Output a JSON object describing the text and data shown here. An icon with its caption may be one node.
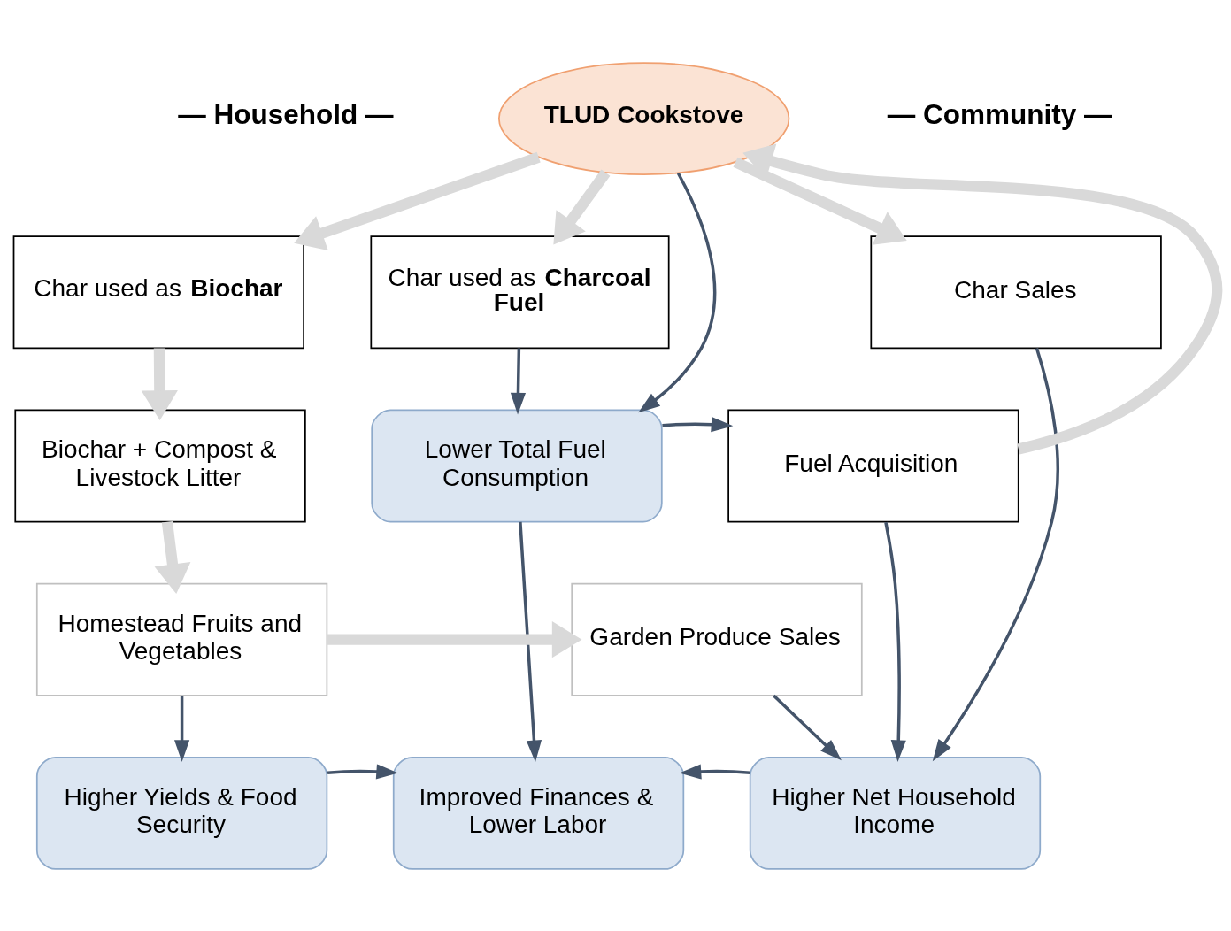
{
  "diagram": {
    "nodes": [
      {
        "text": [
          "TLUD Cookstove"
        ]
      },
      {
        "text": [
          "Char used as **Biochar**"
        ]
      },
      {
        "text": [
          "Char used as **Charcoal Fuel**"
        ]
      },
      {
        "text": [
          "Char Sales"
        ]
      },
      {
        "text": [
          "Biochar + Compost & Livestock Litter"
        ]
      },
      {
        "text": [
          "Lower Total Fuel Consumption"
        ]
      },
      {
        "text": [
          "Fuel Acquisition"
        ]
      },
      {
        "text": [
          "Homestead Fruits and Vegetables"
        ]
      },
      {
        "text": [
          "Garden Produce Sales"
        ]
      },
      {
        "text": [
          "Higher Yields & Food Security"
        ]
      },
      {
        "text": [
          "Improved Finances & Lower Labor"
        ]
      },
      {
        "text": [
          "Higher Net Household Income"
        ]
      }
    ],
    "edges": [
      {
        "from": 0,
        "to": 1,
        "arrow": "to",
        "style": "thick",
        "color": "#d9d9d9"
      },
      {
        "from": 0,
        "to": 2,
        "arrow": "to",
        "style": "thick",
        "color": "#d9d9d9"
      },
      {
        "from": 0,
        "to": 3,
        "arrow": "to",
        "style": "thick",
        "color": "#d9d9d9"
      },
      {
        "from": 0,
        "to": 5,
        "arrow": "to"
      },
      {
        "from": 1,
        "to": 4,
        "arrow": "to",
        "style": "thick",
        "color": "#d9d9d9"
      },
      {
        "from": 2,
        "to": 5,
        "arrow": "to"
      },
      {
        "from": 5,
        "to": 6,
        "arrow": "to"
      },
      {
        "from": 6,
        "to": 0,
        "arrow": "to",
        "style": "thick",
        "color": "#d9d9d9"
      },
      {
        "from": 4,
        "to": 7,
        "arrow": "to",
        "style": "thick",
        "color": "#d9d9d9"
      },
      {
        "from": 7,
        "to": 8,
        "arrow": "to",
        "style": "thick",
        "color": "#d9d9d9"
      },
      {
        "from": 7,
        "to": 9,
        "arrow": "to"
      },
      {
        "from": 5,
        "to": 10,
        "arrow": "to"
      },
      {
        "from": 8,
        "to": 11,
        "arrow": "to"
      },
      {
        "from": 3,
        "to": 11,
        "arrow": "to"
      },
      {
        "from": 6,
        "to": 11,
        "arrow": "to"
      },
      {
        "from": 9,
        "to": 10,
        "arrow": "to"
      },
      {
        "from": 11,
        "to": 10,
        "arrow": "to"
      }
    ],
    "labels": [
      "— Household —",
      "— Community —"
    ]
  }
}
